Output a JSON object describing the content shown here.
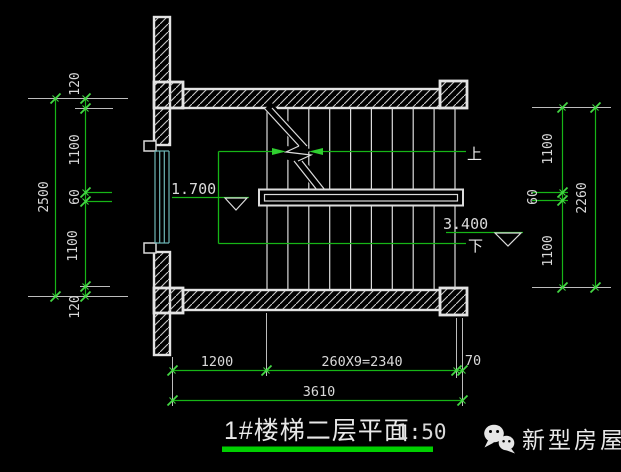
{
  "title": {
    "text": "1#楼梯二层平面",
    "scale": "1:50"
  },
  "watermark": {
    "brand": "新型房屋",
    "icon": "wechat-icon"
  },
  "directions": {
    "up": "上",
    "down": "下"
  },
  "levels": {
    "landing": "1.700",
    "floor": "3.400"
  },
  "dims": {
    "left": {
      "segments": [
        "120",
        "1100",
        "60",
        "1100",
        "120"
      ],
      "total": "2500"
    },
    "right": {
      "segments": [
        "1100",
        "60",
        "1100"
      ],
      "total": "2260"
    },
    "bottom": {
      "landing": "1200",
      "treads": "260X9=2340",
      "edge": "70",
      "total": "3610"
    }
  },
  "colors": {
    "background": "#000000",
    "wall_outline": "#e3e3e3",
    "hatch": "#c9c9c9",
    "stair_lines": "#dcdcdc",
    "dimension_green": "#17b517",
    "tick_green": "#45d845",
    "window_teal": "#6fb7b7",
    "title_underline": "#00cf00",
    "text_gray": "#d9d9d9"
  }
}
